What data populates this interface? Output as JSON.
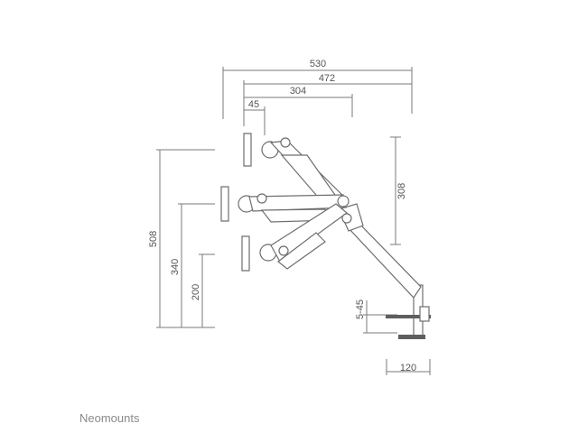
{
  "dimensions": {
    "width_total": "530",
    "width_reach": "472",
    "width_arm": "304",
    "width_offset": "45",
    "height_total": "508",
    "height_mid": "340",
    "height_low": "200",
    "height_vertical": "308",
    "desk_thickness": "5-45",
    "clamp_width": "120"
  },
  "brand": {
    "name": "Neomounts"
  }
}
